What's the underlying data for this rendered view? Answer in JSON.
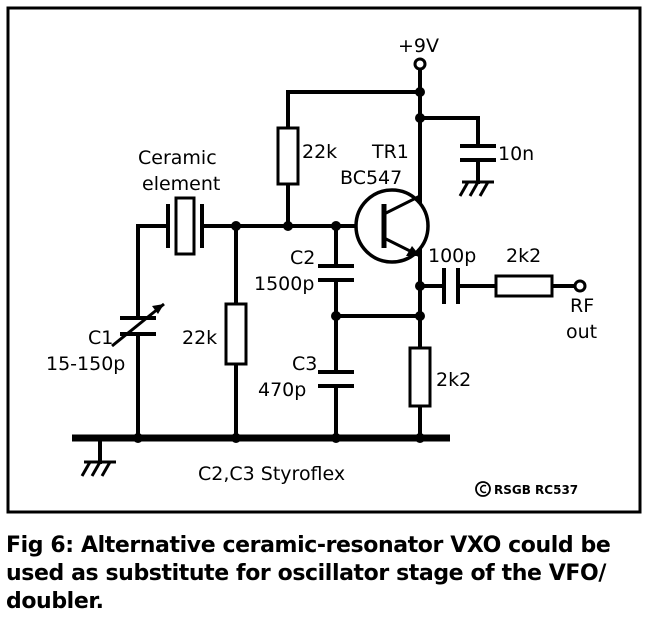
{
  "labels": {
    "supply": "+9V",
    "ceramic_line1": "Ceramic",
    "ceramic_line2": "element",
    "r_bias_top": "22k",
    "tr_name": "TR1",
    "tr_type": "BC547",
    "c_decouple": "10n",
    "c2_name": "C2",
    "c2_value": "1500p",
    "c_out": "100p",
    "r_out": "2k2",
    "rf_line1": "RF",
    "rf_line2": "out",
    "c1_name": "C1",
    "c1_value": "15-150p",
    "r_bias_bottom": "22k",
    "c3_name": "C3",
    "c3_value": "470p",
    "r_emitter": "2k2",
    "note": "C2,C3 Styroflex",
    "credit": "RSGB RC537"
  },
  "caption": "Fig 6: Alternative ceramic-resonator VXO could be used as substitute for oscillator stage of the VFO/ doubler."
}
